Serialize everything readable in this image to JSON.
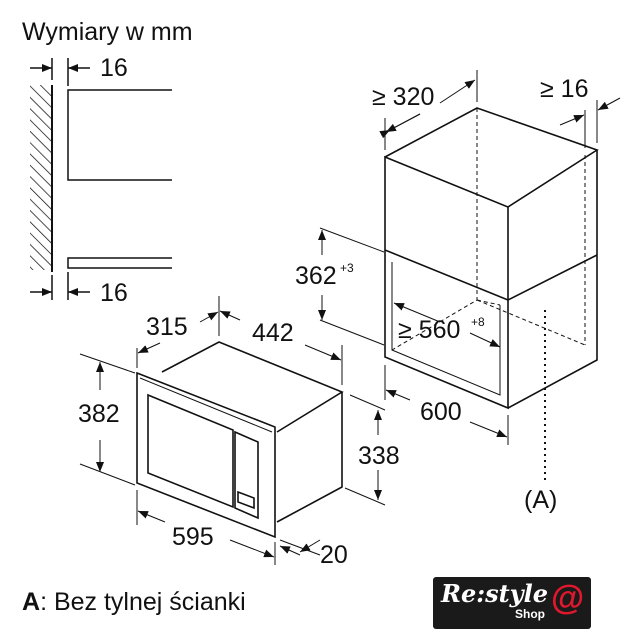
{
  "title": "Wymiary w mm",
  "dimensions": {
    "wall_top": "16",
    "wall_bottom": "16",
    "cabinet_depth": "≥ 320",
    "cabinet_side": "≥ 16",
    "niche_height": "362",
    "niche_height_tol": "+3",
    "niche_width": "≥ 560",
    "niche_width_tol": "+8",
    "cabinet_width": "600",
    "oven_depth": "315",
    "oven_body_width": "442",
    "oven_height": "382",
    "oven_body_height": "338",
    "oven_width": "595",
    "frame_depth": "20"
  },
  "marker": "(A)",
  "legend": {
    "key": "A",
    "text": ": Bez tylnej ścianki"
  },
  "logo": {
    "text": "Re:style",
    "sub": "Shop",
    "accent": "#e0182d"
  }
}
